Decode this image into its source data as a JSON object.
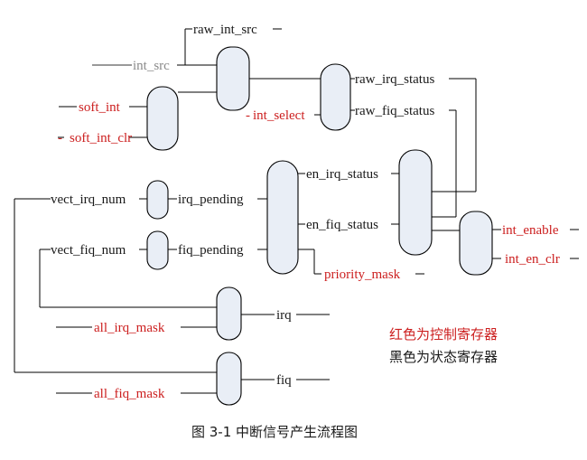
{
  "signals": {
    "raw_int_src": "raw_int_src",
    "int_src": "int_src",
    "soft_int": "soft_int",
    "soft_int_clr": "soft_int_clr",
    "int_select": "int_select",
    "raw_irq_status": "raw_irq_status",
    "raw_fiq_status": "raw_fiq_status",
    "en_irq_status": "en_irq_status",
    "en_fiq_status": "en_fiq_status",
    "vect_irq_num": "vect_irq_num",
    "irq_pending": "irq_pending",
    "vect_fiq_num": "vect_fiq_num",
    "fiq_pending": "fiq_pending",
    "priority_mask": "priority_mask",
    "int_enable": "int_enable",
    "int_en_clr": "int_en_clr",
    "irq": "irq",
    "all_irq_mask": "all_irq_mask",
    "fiq": "fiq",
    "all_fiq_mask": "all_fiq_mask"
  },
  "legend": {
    "red": "红色为控制寄存器",
    "black": "黑色为状态寄存器"
  },
  "caption": "图 3-1 中断信号产生流程图",
  "colors": {
    "control": "#cc1f1f",
    "status": "#1a1a1a",
    "block_fill": "#e9eef6"
  }
}
